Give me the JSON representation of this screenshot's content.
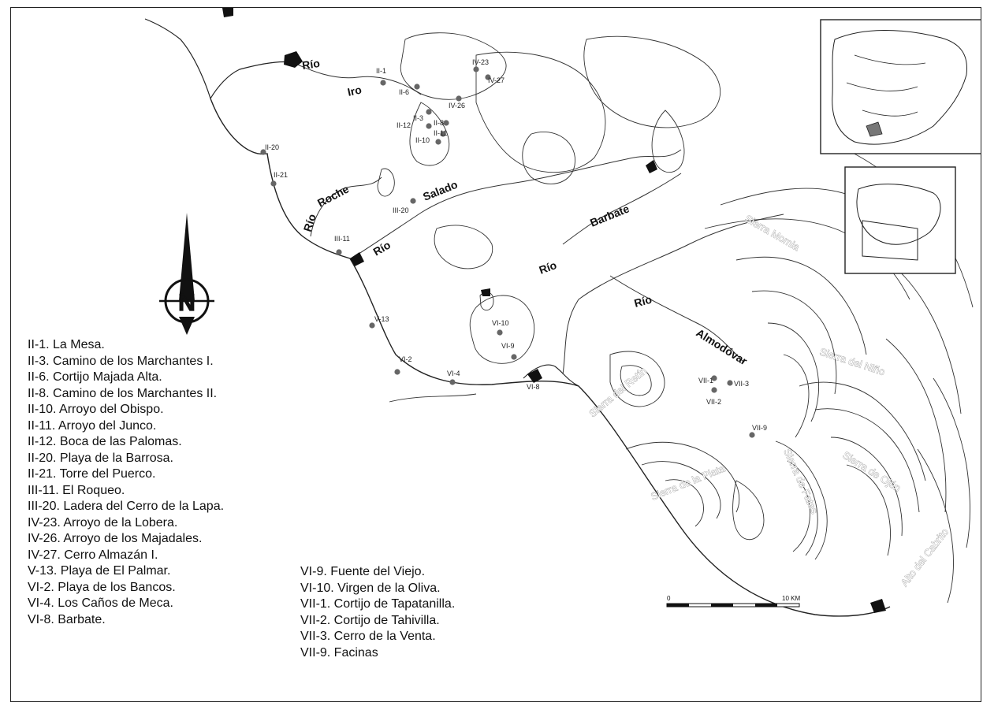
{
  "legend_left": [
    "II-1. La Mesa.",
    "II-3. Camino de los Marchantes I.",
    "II-6. Cortijo Majada Alta.",
    "II-8. Camino de los Marchantes II.",
    "II-10. Arroyo del Obispo.",
    "II-11. Arroyo del Junco.",
    "II-12. Boca de las Palomas.",
    "II-20. Playa de la Barrosa.",
    "II-21. Torre del Puerco.",
    "III-11. El Roqueo.",
    "III-20. Ladera del Cerro de la Lapa.",
    "IV-23. Arroyo de la Lobera.",
    "IV-26. Arroyo de los Majadales.",
    "IV-27. Cerro Almazán I.",
    "V-13. Playa de El Palmar.",
    "VI-2. Playa de los Bancos.",
    "VI-4. Los Caños de Meca.",
    "VI-8. Barbate."
  ],
  "legend_right": [
    "VI-9. Fuente del Viejo.",
    "VI-10. Virgen de la Oliva.",
    "VII-1. Cortijo de Tapatanilla.",
    "VII-2. Cortijo de Tahivilla.",
    "VII-3. Cerro de la Venta.",
    "VII-9. Facinas"
  ],
  "site_labels": {
    "II-1": "II-1",
    "II-3": "II-3",
    "II-6": "II-6",
    "II-8": "II-8",
    "II-10": "II-10",
    "II-11": "II-11",
    "II-12": "II-12",
    "II-20": "II-20",
    "II-21": "II-21",
    "III-11": "III-11",
    "III-20": "III-20",
    "IV-23": "IV-23",
    "IV-26": "IV-26",
    "IV-27": "IV-27",
    "V-13": "V-13",
    "VI-2": "VI-2",
    "VI-4": "VI-4",
    "VI-8": "VI-8",
    "VI-9": "VI-9",
    "VI-10": "VI-10",
    "VII-1": "VII-1",
    "VII-2": "VII-2",
    "VII-3": "VII-3",
    "VII-9": "VII-9"
  },
  "river_labels": {
    "rio_top": "Río",
    "iro": "Iro",
    "rio_roche": "Río",
    "roche": "Roche",
    "salado": "Salado",
    "rio_salado": "Río",
    "barbate": "Barbate",
    "rio_barbate": "Río",
    "rio_almodovar": "Río",
    "almodovar": "Almodóvar"
  },
  "sierra_labels": {
    "momia": "Sierra Momia",
    "nino": "Sierra del Niño",
    "retin": "Sierra del Retín",
    "plata": "Sierra de la Plata",
    "fates": "Sierra de Fates",
    "ojen": "Sierra de Ojén",
    "cabrito": "Alto del Cabrito"
  },
  "compass_letter": "N",
  "scale_bar": {
    "start_label": "0",
    "end_label": "10 KM"
  },
  "colors": {
    "site_dot": "#666666",
    "line": "#222222",
    "sierra_text": "#ffffff"
  }
}
